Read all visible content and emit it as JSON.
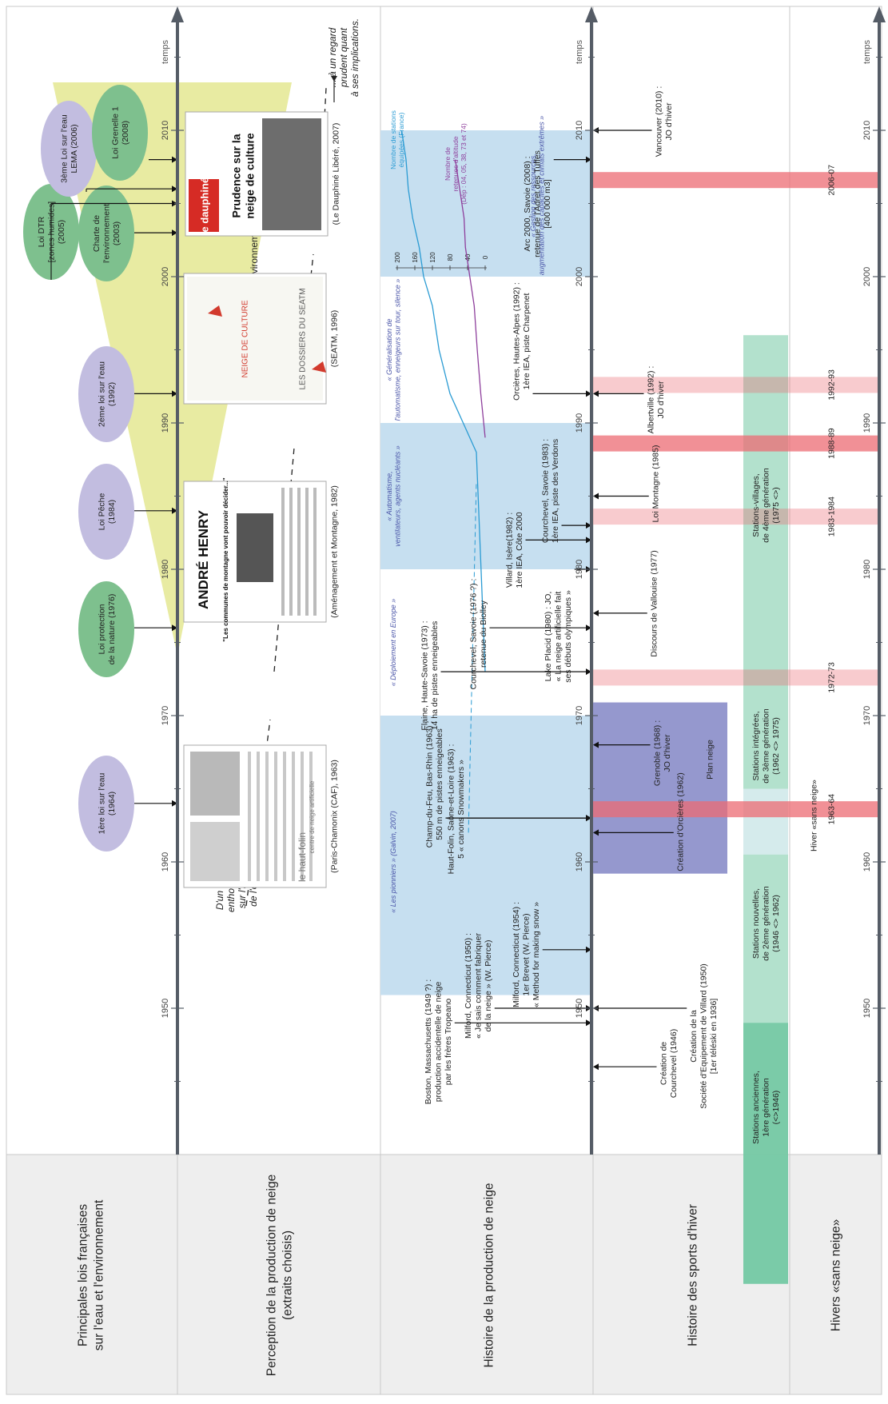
{
  "lane_titles": {
    "laws": [
      "Principales lois françaises",
      "sur l'eau et l'environnement"
    ],
    "perception": [
      "Perception de la production de neige",
      "(extraits choisis)"
    ],
    "history": [
      "Histoire de la production de neige"
    ],
    "sports": [
      "Histoire des sports d'hiver"
    ],
    "winters": [
      "Hivers «sans neige»"
    ]
  },
  "axis_label": "temps",
  "axis_years": [
    "1950",
    "1960",
    "1970",
    "1980",
    "1990",
    "2000",
    "2010"
  ],
  "rising_label": "Montée des logiques environnementales",
  "laws": [
    {
      "lines": [
        "1ère loi sur l'eau",
        "(1964)"
      ],
      "color": "lavender"
    },
    {
      "lines": [
        "Loi protection",
        "de la nature (1976)"
      ],
      "color": "green"
    },
    {
      "lines": [
        "Loi Pêche",
        "(1984)"
      ],
      "color": "lavender"
    },
    {
      "lines": [
        "2ème loi sur l'eau",
        "(1992)"
      ],
      "color": "lavender"
    },
    {
      "lines": [
        "Charte de",
        "l'environnement",
        "(2003)"
      ],
      "color": "green"
    },
    {
      "lines": [
        "Loi DTR",
        "[zones humides]",
        "(2005)"
      ],
      "color": "green"
    },
    {
      "lines": [
        "3ème Loi sur l'eau",
        "LEMA (2006)"
      ],
      "color": "lavender"
    },
    {
      "lines": [
        "Loi Grenelle 1",
        "(2008)"
      ],
      "color": "green"
    }
  ],
  "perception_quotes": {
    "start": [
      "D'un regard",
      "enthousiaste",
      "sur l'intérêt",
      "de l'outil..."
    ],
    "end": [
      "... à un regard",
      "prudent quant",
      "à ses implications."
    ]
  },
  "documents": [
    {
      "caption": "(Paris-Chamonix (CAF), 1963)",
      "headline": "le haut-folin",
      "sub": "centre de neige artificielle"
    },
    {
      "caption": "(Aménagement et Montagne, 1982)",
      "headline": "ANDRÉ HENRY",
      "sub": "\"Les communes de montagne vont pouvoir décider...\""
    },
    {
      "caption": "(SEATM, 1996)",
      "headline": "NEIGE DE CULTURE",
      "sub": "LES DOSSIERS DU SEATM"
    },
    {
      "caption": "(Le Dauphiné Libéré, 2007)",
      "headline": "Prudence sur la neige de culture",
      "sub": "le dauphiné"
    }
  ],
  "phases": [
    "« Les pionniers » (Galvin, 2007)",
    "« Déploiement en Europe »",
    "« Automatisme, ventilateurs, agents nucléants »",
    "« Généralisation de l'automatisme, enneigeurs sur tour, silence »",
    "« Gestion des ressources, augmentation des capacités et climats extrêmes »"
  ],
  "events": [
    {
      "lines": [
        "Boston, Massachusetts (1949 ?) :",
        "production accidentelle de neige",
        "par les frères Tropeano"
      ]
    },
    {
      "lines": [
        "Milford, Connecticut (1950) :",
        "« Je sais comment fabriquer",
        "de la neige » (W. Pierce)"
      ]
    },
    {
      "lines": [
        "Milford, Connecticut (1954) :",
        "1er Brevet (W. Pierce)",
        "« Method for making snow »"
      ]
    },
    {
      "lines": [
        "Haut-Folin, Saône-et-Loire (1963) :",
        "5 « canons Snowmakers »"
      ]
    },
    {
      "lines": [
        "Champ-du-Feu, Bas-Rhin (1963) :",
        "550 m de pistes enneigeables"
      ]
    },
    {
      "lines": [
        "Flaine, Haute-Savoie (1973) :",
        "14 ha de pistes enneigeables"
      ]
    },
    {
      "lines": [
        "Courchevel, Savoie (1976 ?) :",
        "retenue du Biolley"
      ]
    },
    {
      "lines": [
        "Lake Placid (1980) : JO,",
        "« La neige artificielle fait",
        "ses débuts olympiques »"
      ]
    },
    {
      "lines": [
        "Villard, Isère(1982) :",
        "1ère IEA, Côte 2000"
      ]
    },
    {
      "lines": [
        "Courchevel, Savoie (1983) :",
        "1ère IEA, piste des Verdons"
      ]
    },
    {
      "lines": [
        "Orcières, Hautes-Alpes (1992) :",
        "1ère IEA, piste Charpenet"
      ]
    },
    {
      "lines": [
        "Arc 2000, Savoie (2008) :",
        "retenue de l'Adret des Tuffes",
        "[400 000 m3]"
      ]
    }
  ],
  "inset_chart": {
    "ticks": [
      "0",
      "40",
      "80",
      "120",
      "160",
      "200"
    ],
    "label_a": "Nombre de stations équipées (France)",
    "label_b": "Nombre de retenues d'altitude (Dép : 04, 05, 38, 73 et 74)"
  },
  "sports_events": [
    {
      "lines": [
        "Création de",
        "Courchevel (1946)"
      ]
    },
    {
      "lines": [
        "Création de la",
        "Société d'Equipement de Villard (1950)",
        "[1er téléski en 1936]"
      ]
    },
    {
      "lines": [
        "Création d'Orcières (1962)"
      ]
    },
    {
      "lines": [
        "Plan neige"
      ]
    },
    {
      "lines": [
        "Grenoble (1968) :",
        "JO d'hiver"
      ]
    },
    {
      "lines": [
        "Discours de Vallouise (1977)"
      ]
    },
    {
      "lines": [
        "Loi Montagne (1985)"
      ]
    },
    {
      "lines": [
        "Albertville (1992) :",
        "JO d'hiver"
      ]
    },
    {
      "lines": [
        "Vancouver (2010) :",
        "JO d'hiver"
      ]
    }
  ],
  "station_generations": [
    {
      "lines": [
        "Stations anciennes,",
        "1ère génération",
        "(<>1946)"
      ]
    },
    {
      "lines": [
        "Stations nouvelles,",
        "de 2ème génération",
        "(1946 <> 1962)"
      ]
    },
    {
      "lines": [
        "Stations intégrées,",
        "de 3ème génération",
        "(1962 <> 1975)"
      ]
    },
    {
      "lines": [
        "Stations-villages,",
        "de 4ème génération",
        "(1975 <>)"
      ]
    }
  ],
  "snowless_title": "Hiver «sans neige»",
  "snowless_winters": [
    "1963-64",
    "1972-73",
    "1983-1984",
    "1988-89",
    "1992-93",
    "2006-07"
  ],
  "colors": {
    "axis": "#555c66",
    "lane_bg": "#eeeeee",
    "phase_blue": "#c6dff0",
    "law_green": "#7ec08e",
    "law_lavender": "#c2bde0",
    "triangle_yellow": "#e5e998",
    "red_band": "#ec6b73",
    "purple_block": "#8f92cb",
    "teal_line": "#2a9bd3",
    "purple_line": "#8e3f9c",
    "gen_green": "#74c9a4"
  }
}
